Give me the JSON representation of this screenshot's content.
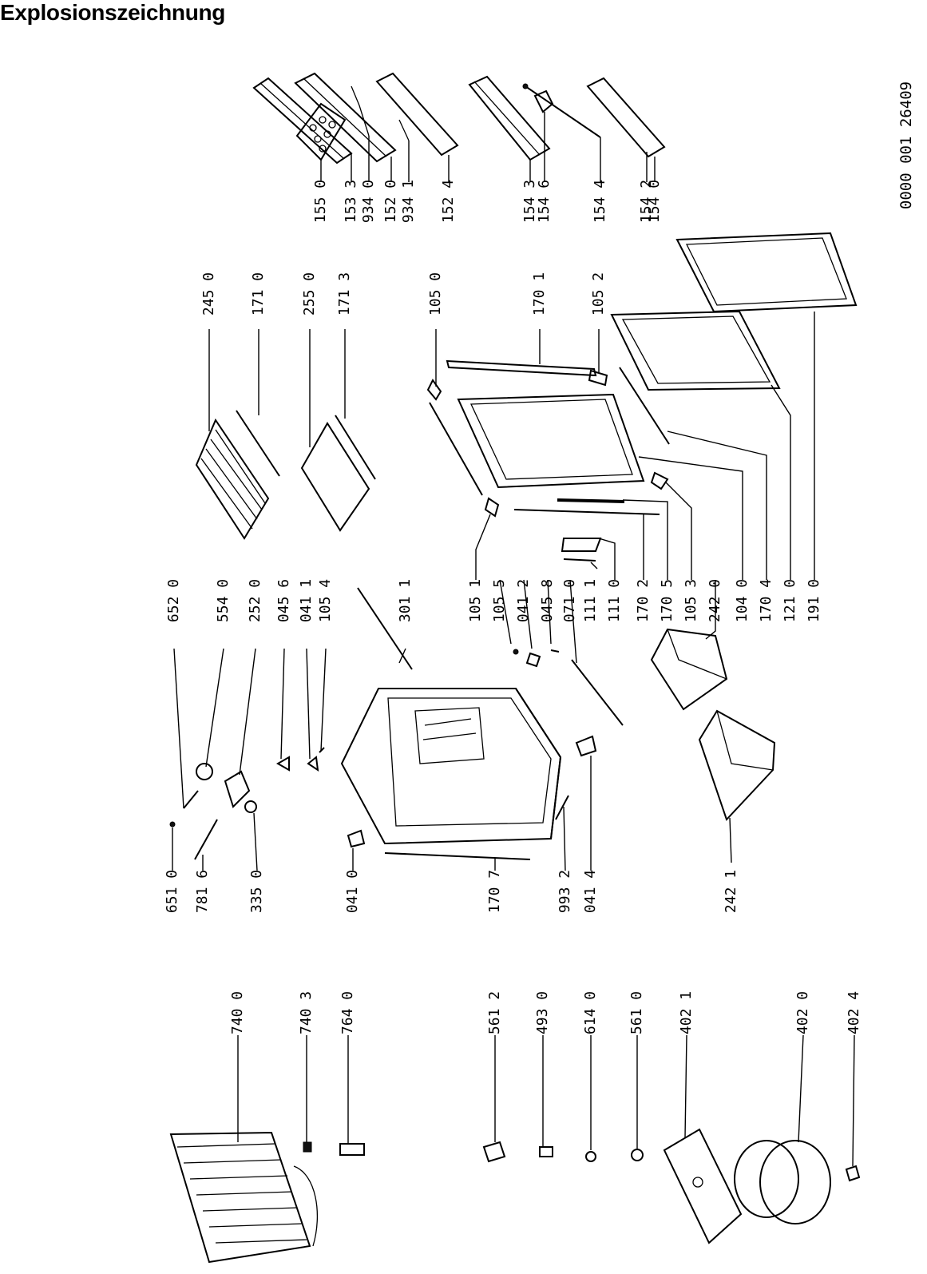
{
  "page": {
    "title": "Explosionszeichnung",
    "document_number": "0000 001 26409"
  },
  "labels": [
    "155 0",
    "153 3",
    "152 0",
    "934 0",
    "934 1",
    "152 4",
    "154 6",
    "154 3",
    "154 4",
    "154 2",
    "154 0",
    "245 0",
    "171 0",
    "255 0",
    "171 3",
    "105 0",
    "170 1",
    "105 2",
    "652 0",
    "554 0",
    "252 0",
    "045 6",
    "041 1",
    "105 4",
    "301 1",
    "105 1",
    "105 5",
    "041 2",
    "045 8",
    "071 0",
    "111 1",
    "111 0",
    "170 2",
    "170 5",
    "105 3",
    "242 0",
    "104 0",
    "170 4",
    "121 0",
    "191 0",
    "651 0",
    "781 6",
    "335 0",
    "041 0",
    "170 7",
    "993 2",
    "041 4",
    "242 1",
    "740 0",
    "740 3",
    "764 0",
    "561 2",
    "493 0",
    "614 0",
    "561 0",
    "402 1",
    "402 0",
    "402 4"
  ]
}
